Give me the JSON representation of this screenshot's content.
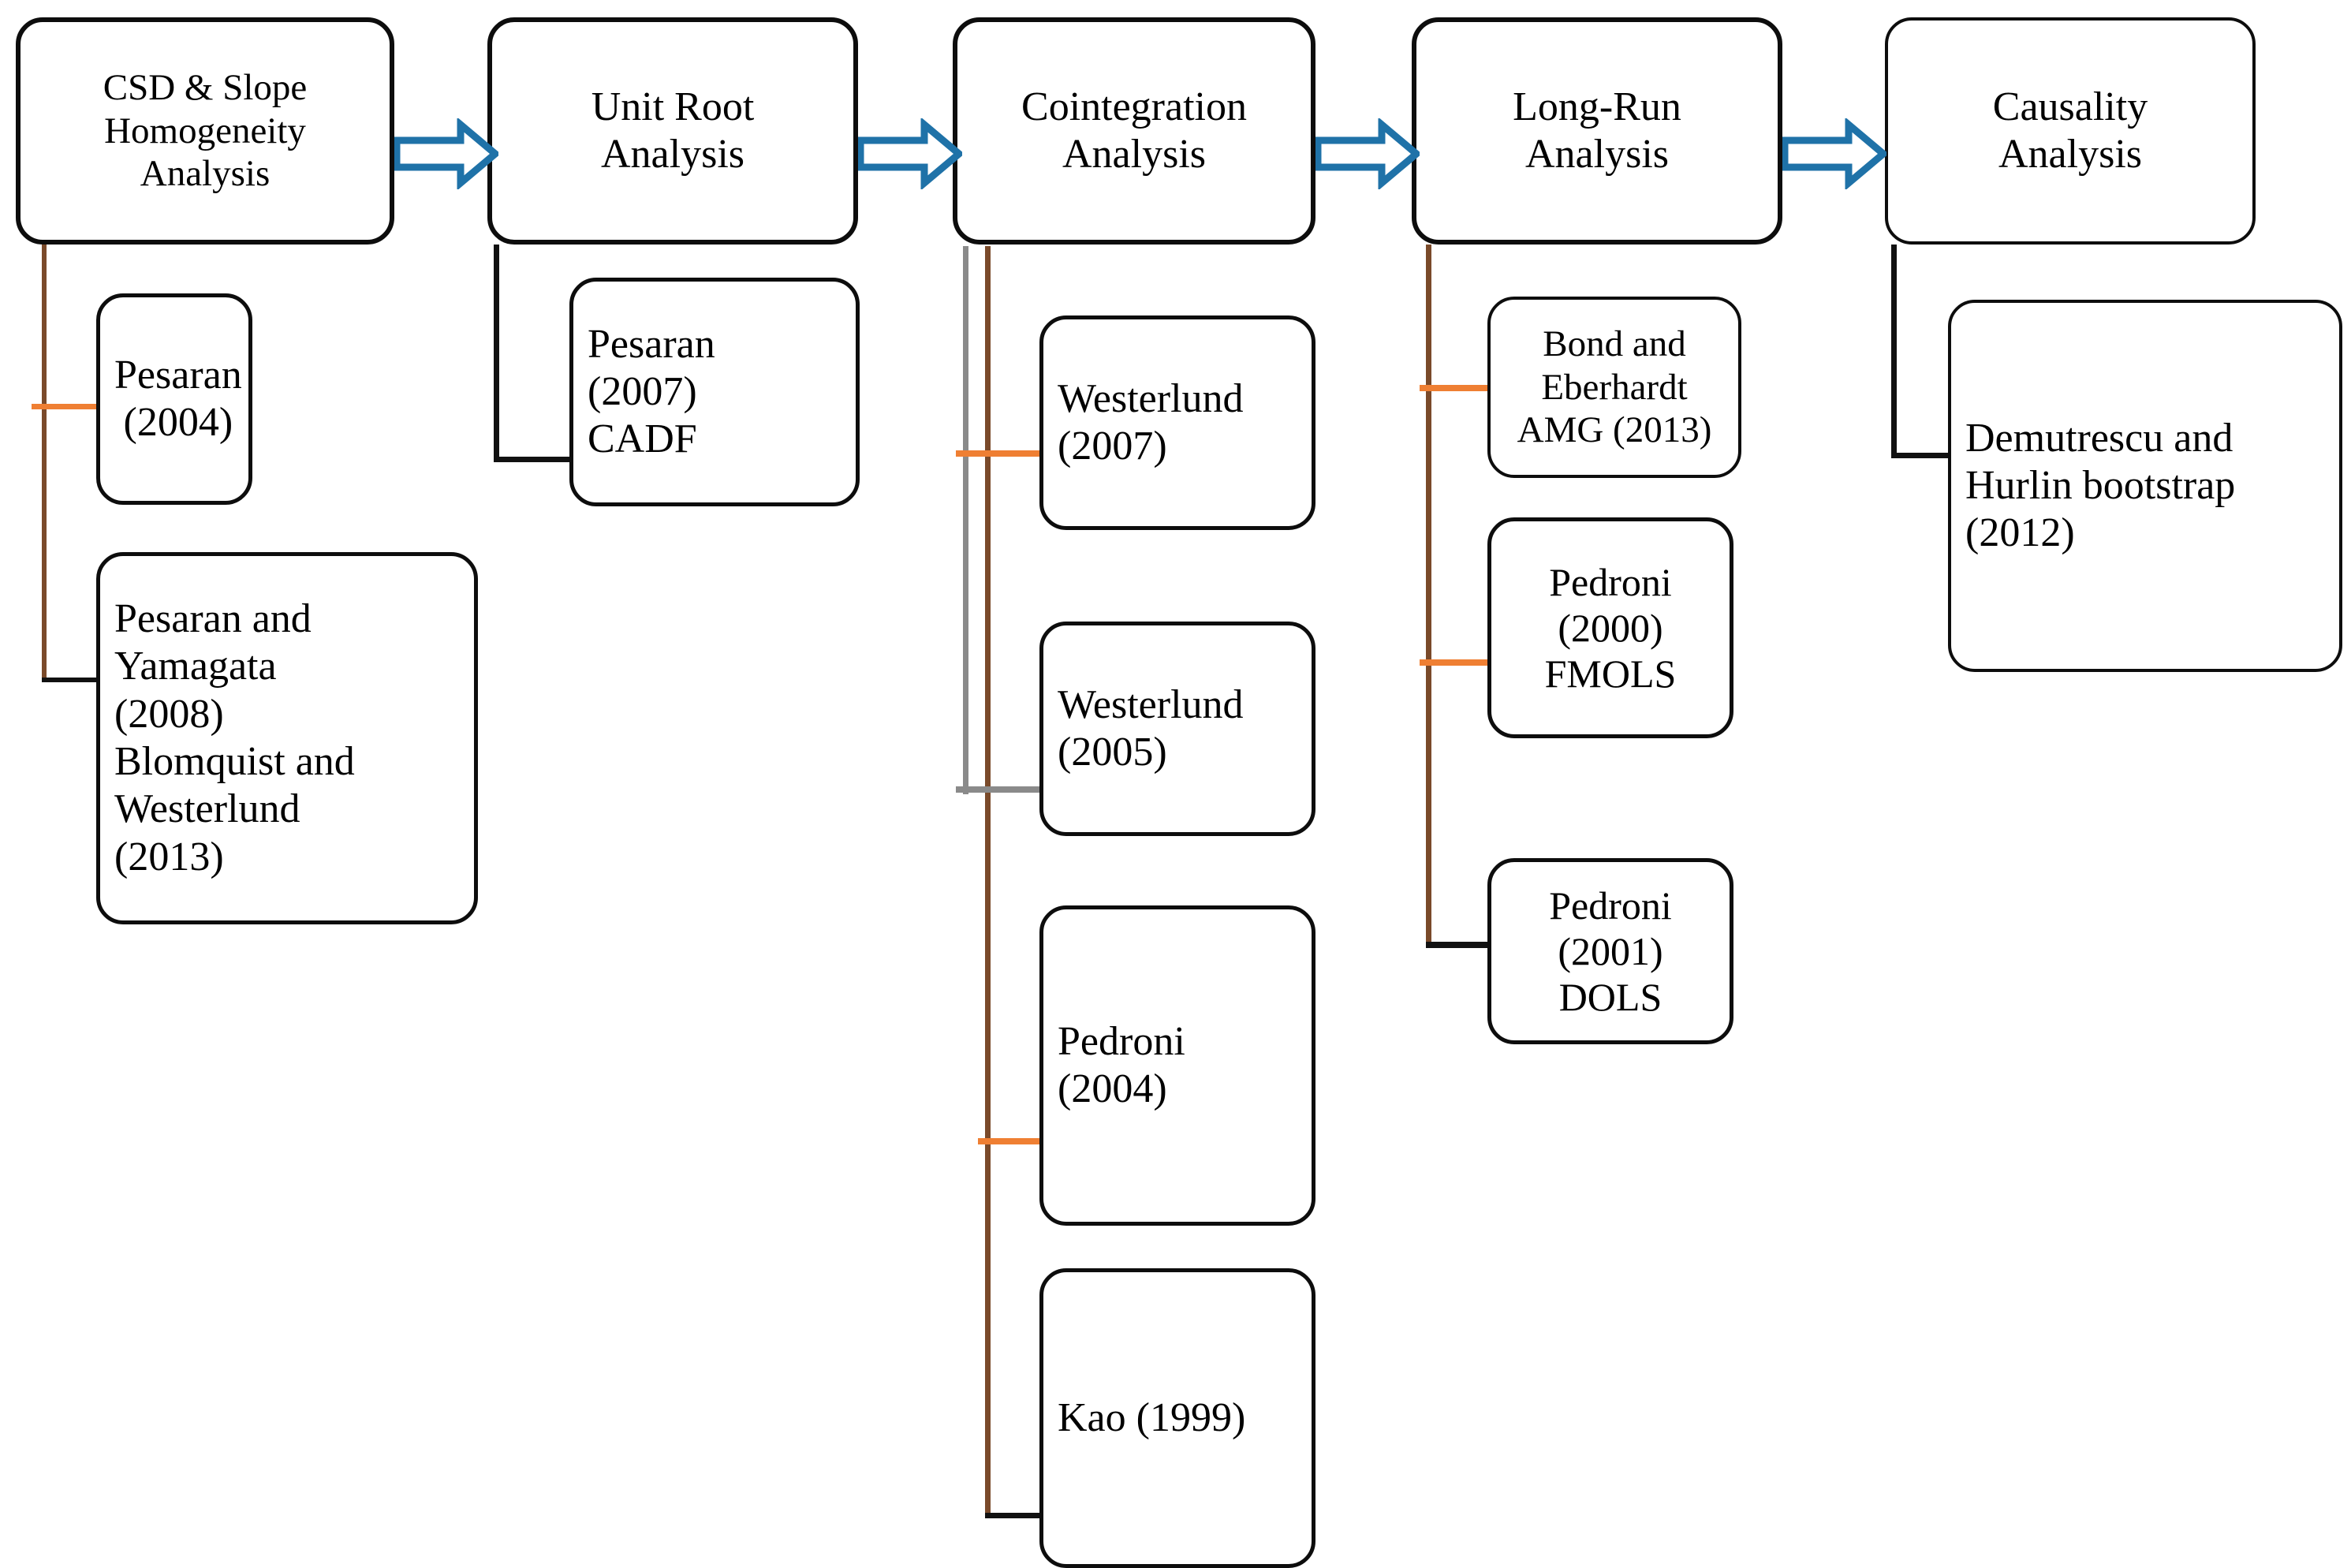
{
  "diagram": {
    "title": "Econometric methodology flowchart",
    "colors": {
      "box_border": "#0d0d0d",
      "arrow_stroke": "#1f72a8",
      "arrow_fill": "#ffffff",
      "connector_brown": "#7a4a2a",
      "connector_gray": "#8a8a8a",
      "connector_black": "#111111",
      "connector_orange": "#ef7f33",
      "background": "#ffffff"
    },
    "stages": [
      {
        "id": "csd",
        "label": "CSD & Slope\nHomogeneity\nAnalysis"
      },
      {
        "id": "unitroot",
        "label": "Unit Root\nAnalysis"
      },
      {
        "id": "cointegration",
        "label": "Cointegration\nAnalysis"
      },
      {
        "id": "longrun",
        "label": "Long-Run\nAnalysis"
      },
      {
        "id": "causality",
        "label": "Causality\nAnalysis"
      }
    ],
    "arrows": [
      {
        "id": "arrow-csd-to-unitroot",
        "from": "csd",
        "to": "unitroot"
      },
      {
        "id": "arrow-unitroot-to-cointegration",
        "from": "unitroot",
        "to": "cointegration"
      },
      {
        "id": "arrow-cointegration-to-longrun",
        "from": "cointegration",
        "to": "longrun"
      },
      {
        "id": "arrow-longrun-to-causality",
        "from": "longrun",
        "to": "causality"
      }
    ],
    "methods": {
      "csd": [
        {
          "id": "pesaran-2004",
          "label": "Pesaran\n(2004)"
        },
        {
          "id": "pesaran-yamagata",
          "label": "Pesaran and\nYamagata\n(2008)\nBlomquist and\nWesterlund\n(2013)"
        }
      ],
      "unitroot": [
        {
          "id": "pesaran-2007-cadf",
          "label": "Pesaran\n(2007)\nCADF"
        }
      ],
      "cointegration": [
        {
          "id": "westerlund-2007",
          "label": "Westerlund\n(2007)"
        },
        {
          "id": "westerlund-2005",
          "label": "Westerlund\n(2005)"
        },
        {
          "id": "pedroni-2004",
          "label": "Pedroni\n(2004)"
        },
        {
          "id": "kao-1999",
          "label": "Kao (1999)"
        }
      ],
      "longrun": [
        {
          "id": "bond-eberhardt-amg",
          "label": "Bond and\nEberhardt\nAMG (2013)"
        },
        {
          "id": "pedroni-2000-fmols",
          "label": "Pedroni\n(2000)\nFMOLS"
        },
        {
          "id": "pedroni-2001-dols",
          "label": "Pedroni\n(2001)\nDOLS"
        }
      ],
      "causality": [
        {
          "id": "demutrescu-hurlin",
          "label": "Demutrescu and\nHurlin bootstrap\n(2012)"
        }
      ]
    }
  }
}
